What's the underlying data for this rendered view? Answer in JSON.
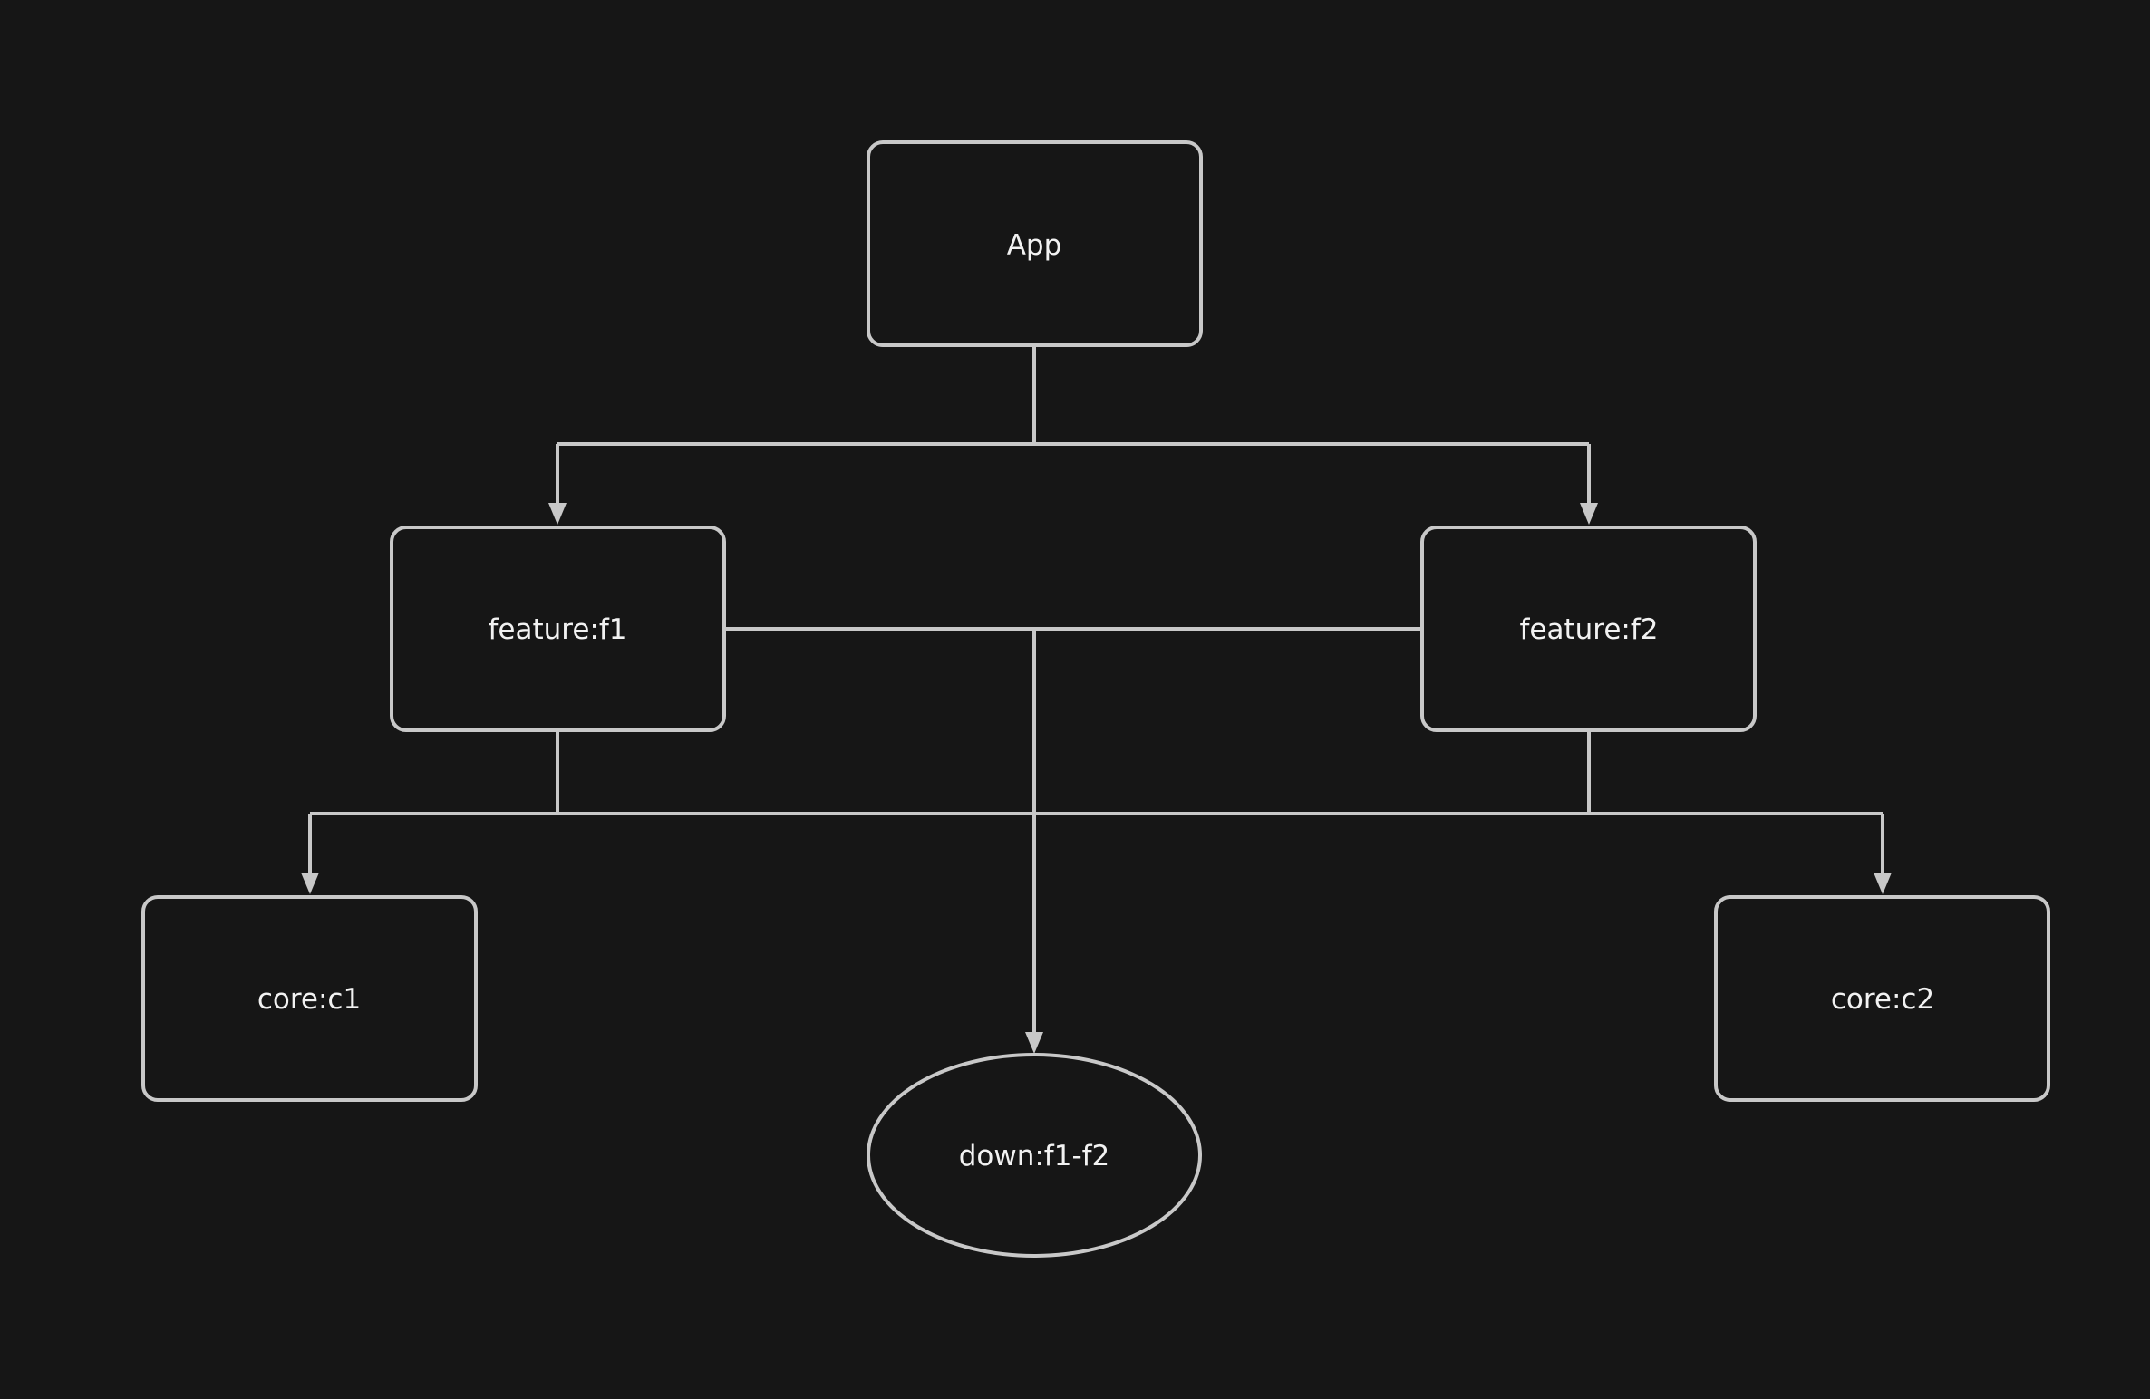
{
  "diagram": {
    "nodes": {
      "app": {
        "label": "App",
        "shape": "rounded-rect"
      },
      "feature_f1": {
        "label": "feature:f1",
        "shape": "rounded-rect"
      },
      "feature_f2": {
        "label": "feature:f2",
        "shape": "rounded-rect"
      },
      "core_c1": {
        "label": "core:c1",
        "shape": "rounded-rect"
      },
      "core_c2": {
        "label": "core:c2",
        "shape": "rounded-rect"
      },
      "down_f1_f2": {
        "label": "down:f1-f2",
        "shape": "ellipse"
      }
    },
    "edges": [
      {
        "from": "app",
        "to": "feature_f1"
      },
      {
        "from": "app",
        "to": "feature_f2"
      },
      {
        "from": "feature_f1",
        "to": "core_c1"
      },
      {
        "from": "feature_f1",
        "to": "down_f1_f2"
      },
      {
        "from": "feature_f2",
        "to": "down_f1_f2"
      },
      {
        "from": "feature_f2",
        "to": "core_c2"
      }
    ],
    "colors": {
      "background": "#161616",
      "stroke": "#c8c8c8",
      "text": "#f2f2f2"
    }
  }
}
